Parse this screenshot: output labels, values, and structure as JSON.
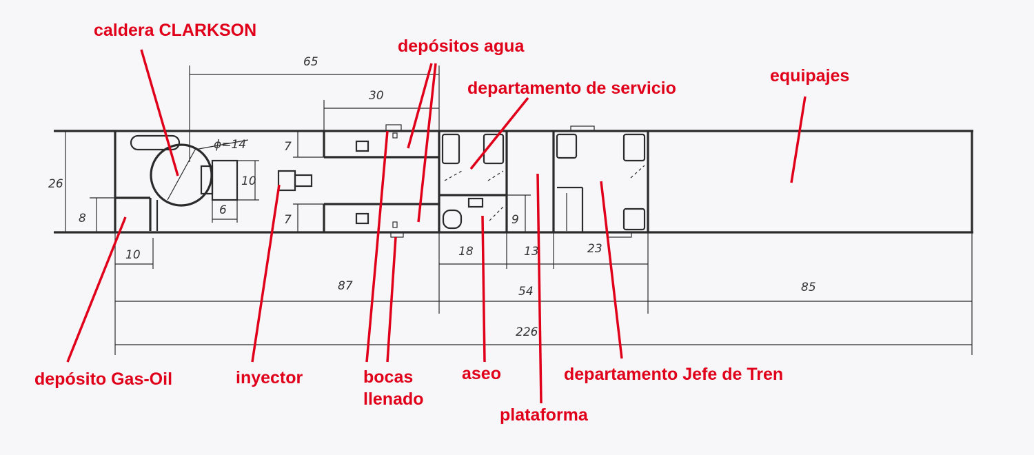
{
  "labels": {
    "caldera": "caldera CLARKSON",
    "depositos_agua": "depósitos agua",
    "departamento_servicio": "departamento de servicio",
    "equipajes": "equipajes",
    "deposito_gasoil": "depósito Gas-Oil",
    "inyector": "inyector",
    "bocas_1": "bocas",
    "bocas_2": "llenado",
    "aseo": "aseo",
    "departamento_jefe": "departamento Jefe de Tren",
    "plataforma": "plataforma"
  },
  "dimensions": {
    "d65": "65",
    "d30": "30",
    "d26": "26",
    "d8": "8",
    "d7a": "7",
    "d7b": "7",
    "d10v": "10",
    "d6": "6",
    "phi": "ϕ=14",
    "d10h": "10",
    "d9": "9",
    "d18": "18",
    "d13": "13",
    "d23": "23",
    "d87": "87",
    "d54": "54",
    "d85": "85",
    "d226": "226"
  },
  "colors": {
    "label": "#e0001a",
    "ink": "#2a2a2a",
    "paper": "#f7f7f9"
  }
}
